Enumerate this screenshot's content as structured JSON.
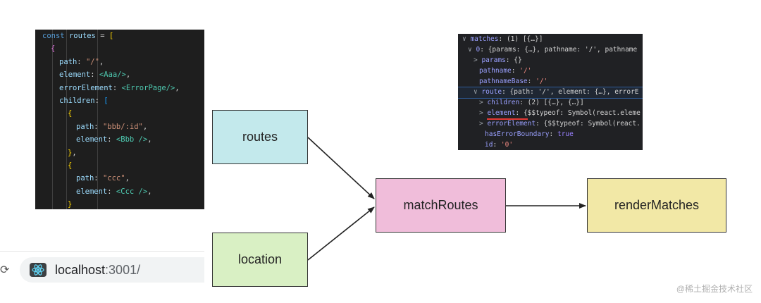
{
  "code_snippet": {
    "lines": [
      {
        "indent": 0,
        "tokens": [
          [
            "kw",
            "const "
          ],
          [
            "var",
            "routes"
          ],
          [
            "plain",
            " = "
          ],
          [
            "br1",
            "["
          ]
        ]
      },
      {
        "indent": 1,
        "tokens": [
          [
            "br2",
            "{"
          ]
        ]
      },
      {
        "indent": 2,
        "tokens": [
          [
            "var",
            "path"
          ],
          [
            "plain",
            ": "
          ],
          [
            "str",
            "\"/\""
          ],
          [
            "plain",
            ","
          ]
        ]
      },
      {
        "indent": 2,
        "tokens": [
          [
            "var",
            "element"
          ],
          [
            "plain",
            ": "
          ],
          [
            "tag",
            "<Aaa/>"
          ],
          [
            "plain",
            ","
          ]
        ]
      },
      {
        "indent": 2,
        "tokens": [
          [
            "var",
            "errorElement"
          ],
          [
            "plain",
            ": "
          ],
          [
            "tag",
            "<ErrorPage/>"
          ],
          [
            "plain",
            ","
          ]
        ]
      },
      {
        "indent": 2,
        "tokens": [
          [
            "var",
            "children"
          ],
          [
            "plain",
            ": "
          ],
          [
            "br3",
            "["
          ]
        ]
      },
      {
        "indent": 3,
        "tokens": [
          [
            "br1",
            "{"
          ]
        ]
      },
      {
        "indent": 4,
        "tokens": [
          [
            "var",
            "path"
          ],
          [
            "plain",
            ": "
          ],
          [
            "str",
            "\"bbb/:id\""
          ],
          [
            "plain",
            ","
          ]
        ]
      },
      {
        "indent": 4,
        "tokens": [
          [
            "var",
            "element"
          ],
          [
            "plain",
            ": "
          ],
          [
            "tag",
            "<Bbb />"
          ],
          [
            "plain",
            ","
          ]
        ]
      },
      {
        "indent": 3,
        "tokens": [
          [
            "br1",
            "}"
          ],
          [
            "plain",
            ","
          ]
        ]
      },
      {
        "indent": 3,
        "tokens": [
          [
            "br1",
            "{"
          ]
        ]
      },
      {
        "indent": 4,
        "tokens": [
          [
            "var",
            "path"
          ],
          [
            "plain",
            ": "
          ],
          [
            "str",
            "\"ccc\""
          ],
          [
            "plain",
            ","
          ]
        ]
      },
      {
        "indent": 4,
        "tokens": [
          [
            "var",
            "element"
          ],
          [
            "plain",
            ": "
          ],
          [
            "tag",
            "<Ccc />"
          ],
          [
            "plain",
            ","
          ]
        ]
      },
      {
        "indent": 3,
        "tokens": [
          [
            "br1",
            "}"
          ]
        ]
      },
      {
        "indent": 2,
        "tokens": [
          [
            "br3",
            "]"
          ],
          [
            "plain",
            ","
          ]
        ]
      },
      {
        "indent": 1,
        "tokens": [
          [
            "br2",
            "}"
          ]
        ]
      },
      {
        "indent": 0,
        "tokens": [
          [
            "br1",
            "]"
          ],
          [
            "plain",
            ";"
          ]
        ]
      }
    ]
  },
  "devtools": {
    "lines": [
      {
        "indent": 0,
        "tokens": [
          [
            "arrowglyph",
            "∨ "
          ],
          [
            "dkey",
            "matches"
          ],
          [
            "plain",
            ": (1) [{…}]"
          ]
        ]
      },
      {
        "indent": 1,
        "tokens": [
          [
            "arrowglyph",
            "∨ "
          ],
          [
            "dkey",
            "0"
          ],
          [
            "plain",
            ": {params: {…}, pathname: '/', pathname"
          ]
        ]
      },
      {
        "indent": 2,
        "tokens": [
          [
            "arrowglyph",
            "> "
          ],
          [
            "dkey",
            "params"
          ],
          [
            "plain",
            ": {}"
          ]
        ]
      },
      {
        "indent": 3,
        "tokens": [
          [
            "dkey",
            "pathname"
          ],
          [
            "plain",
            ": "
          ],
          [
            "dstr",
            "'/'"
          ]
        ]
      },
      {
        "indent": 3,
        "tokens": [
          [
            "dkey",
            "pathnameBase"
          ],
          [
            "plain",
            ": "
          ],
          [
            "dstr",
            "'/'"
          ]
        ]
      },
      {
        "indent": 2,
        "highlight": true,
        "tokens": [
          [
            "arrowglyph",
            "∨ "
          ],
          [
            "dkey",
            "route"
          ],
          [
            "plain",
            ": {path: '/', element: {…}, errorE"
          ]
        ]
      },
      {
        "indent": 3,
        "tokens": [
          [
            "arrowglyph",
            "> "
          ],
          [
            "dkey",
            "children"
          ],
          [
            "plain",
            ": (2) [{…}, {…}]"
          ]
        ]
      },
      {
        "indent": 3,
        "tokens": [
          [
            "arrowglyph",
            "> "
          ],
          [
            "dkey",
            "element"
          ],
          [
            "plain",
            ": {$$typeof: Symbol(react.eleme"
          ]
        ]
      },
      {
        "indent": 3,
        "tokens": [
          [
            "arrowglyph",
            "> "
          ],
          [
            "dkey",
            "errorElement"
          ],
          [
            "plain",
            ": {$$typeof: Symbol(react."
          ]
        ]
      },
      {
        "indent": 4,
        "tokens": [
          [
            "dkey",
            "hasErrorBoundary"
          ],
          [
            "plain",
            ": "
          ],
          [
            "dbool",
            "true"
          ]
        ]
      },
      {
        "indent": 4,
        "tokens": [
          [
            "dkey",
            "id"
          ],
          [
            "plain",
            ": "
          ],
          [
            "dstr",
            "'0'"
          ]
        ]
      }
    ]
  },
  "browser_bar": {
    "host": "localhost",
    "port": ":3001/"
  },
  "nodes": {
    "routes": "routes",
    "location": "location",
    "matchRoutes": "matchRoutes",
    "renderMatches": "renderMatches"
  },
  "watermark": "@稀土掘金技术社区",
  "colors": {
    "routes": "#c3e9ec",
    "location": "#d9f0c4",
    "matchRoutes": "#f0bdda",
    "renderMatches": "#f2e8a6"
  }
}
